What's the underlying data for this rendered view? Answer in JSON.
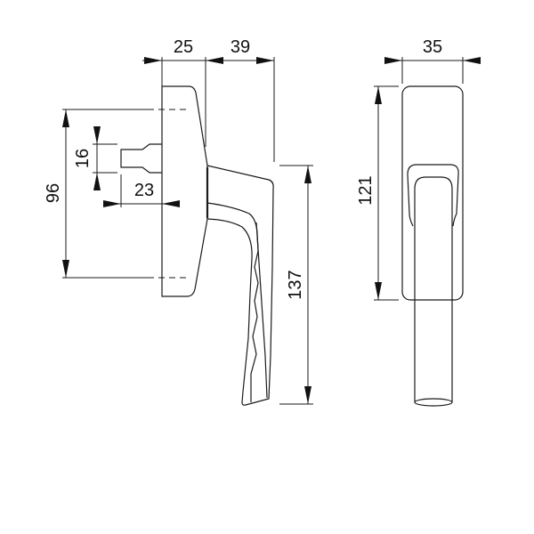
{
  "drawing": {
    "subject": "Window handle technical drawing",
    "views": [
      "side-view",
      "front-view"
    ],
    "line_color": "#1a1a1a",
    "background": "#ffffff"
  },
  "dimensions": {
    "rose_depth": "25",
    "handle_projection": "39",
    "rose_hole_spacing": "96",
    "spindle_width": "16",
    "spindle_length": "23",
    "handle_length": "137",
    "rose_height": "121",
    "rose_width": "35"
  }
}
